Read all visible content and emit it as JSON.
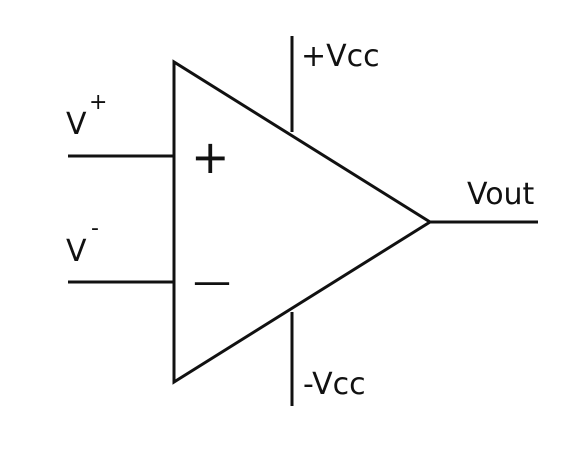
{
  "inputs": {
    "positive": {
      "base": "V",
      "superscript": "+"
    },
    "negative": {
      "base": "V",
      "superscript": "-"
    }
  },
  "supply": {
    "positive": "+Vcc",
    "negative": "-Vcc"
  },
  "output": "Vout",
  "symbols": {
    "plus": "+",
    "minus": "—"
  }
}
